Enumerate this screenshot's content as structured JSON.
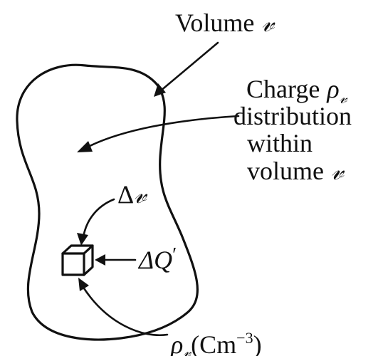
{
  "labels": {
    "volume_word": "Volume",
    "volume_symbol": "𝓋",
    "charge_word": "Charge",
    "rho": "ρ",
    "rho_sub": "𝓋",
    "distribution": "distribution",
    "within": "within",
    "volume_word_2": "volume",
    "volume_symbol_2": "𝓋",
    "delta_v_delta": "Δ",
    "delta_v_symbol": "𝓋",
    "delta_q": "ΔQ",
    "delta_q_prime": "′",
    "density_rho": "ρ",
    "density_sub": "𝓋",
    "density_unit_open": "(Cm",
    "density_exp": "−3",
    "density_unit_close": ")"
  }
}
